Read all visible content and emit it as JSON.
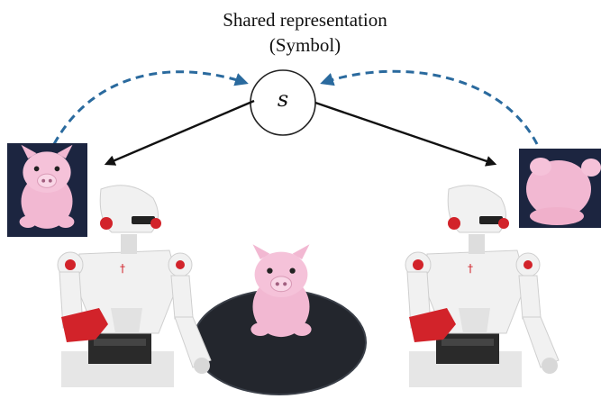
{
  "diagram": {
    "title_line1": "Shared representation",
    "title_line2": "(Symbol)",
    "symbol": "s"
  },
  "colors": {
    "dashed_arrow": "#2a6a9e",
    "solid_arrow": "#111111",
    "pig_plush": "#f2b8d2",
    "photo_background": "#1c2540",
    "robot_shell": "#f1f1f1",
    "robot_accent": "#d2232a",
    "turntable": "#23262d"
  },
  "icons": {
    "left_photo": "pink-pig-plush-front-photo",
    "right_photo": "pink-pig-plush-back-photo",
    "left_robot": "humanoid-robot-facing-right",
    "right_robot": "humanoid-robot-facing-right",
    "center_object": "pink-pig-plush-on-turntable"
  }
}
